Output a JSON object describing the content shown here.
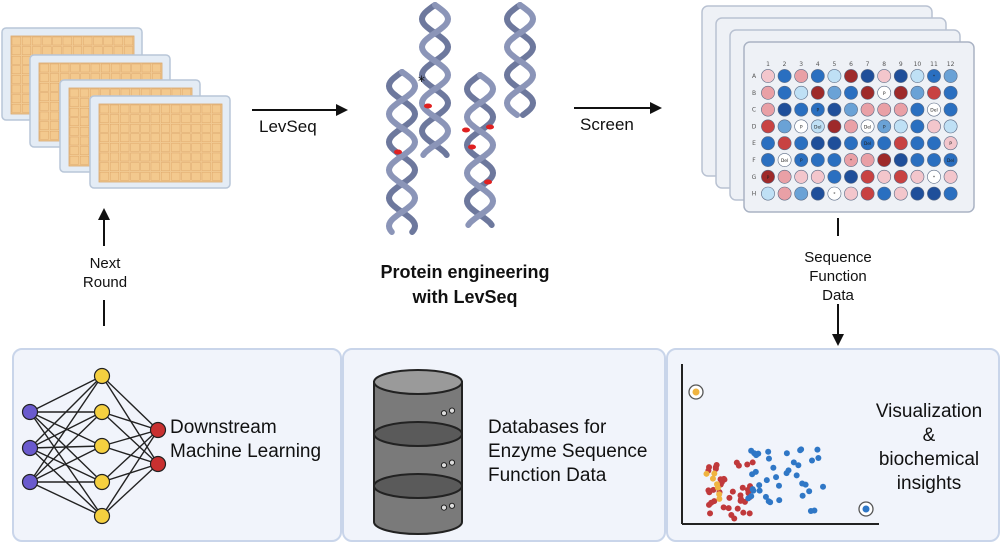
{
  "labels": {
    "levseq": "LevSeq",
    "screen": "Screen",
    "next_round": [
      "Next",
      "Round"
    ],
    "center_title": [
      "Protein engineering",
      "with LevSeq"
    ],
    "seq_function_data": [
      "Sequence",
      "Function",
      "Data"
    ]
  },
  "panels": {
    "ml": [
      "Downstream",
      "Machine Learning"
    ],
    "db": [
      "Databases for",
      "Enzyme Sequence",
      "Function Data"
    ],
    "viz": [
      "Visualization",
      "&",
      "biochemical",
      "insights"
    ]
  },
  "plate": {
    "columns": [
      "1",
      "2",
      "3",
      "4",
      "5",
      "6",
      "7",
      "8",
      "9",
      "10",
      "11",
      "12"
    ],
    "rows": [
      "A",
      "B",
      "C",
      "D",
      "E",
      "F",
      "G",
      "H"
    ],
    "well_tags": [
      "Del",
      "P",
      "*"
    ]
  },
  "colors": {
    "plate_tan": "#f0c890",
    "dna": "#8b95b8",
    "mutation": "#e02020",
    "well_blue": "#2a6fc0",
    "well_red": "#c03030",
    "node_purple": "#6a5acd",
    "node_yellow": "#f5d040",
    "node_red": "#c83030",
    "panel_bg": "#f1f4fb"
  }
}
